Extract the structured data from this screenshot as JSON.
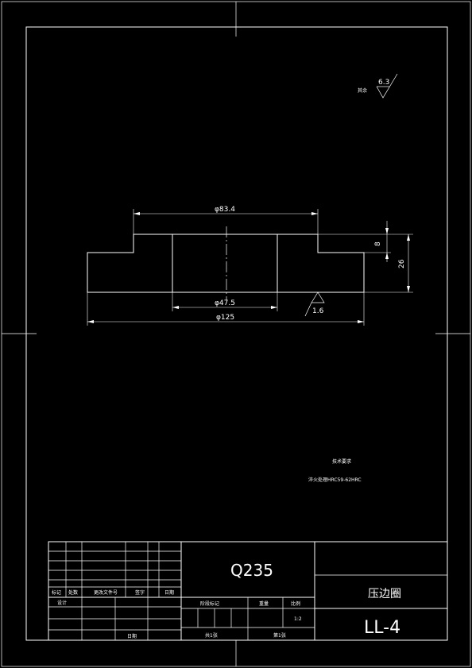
{
  "roughness": {
    "symbol_label": "其余",
    "value": "6.3"
  },
  "dimensions": {
    "d_top": "φ83.4",
    "d_bore": "φ47.5",
    "d_outer": "φ125",
    "h_step": "8",
    "h_total": "26",
    "ra_face": "1.6"
  },
  "notes": {
    "title": "技术要求",
    "line1": "淬火处理HRC59-62HRC"
  },
  "title_block": {
    "material": "Q235",
    "part_name": "压边圈",
    "drawing_no": "LL-4",
    "rev_headers": [
      "标记",
      "处数",
      "更改文件号",
      "签字",
      "日期"
    ],
    "designer_label": "设计",
    "stage_labels": [
      "阶段标记",
      "重量",
      "比例"
    ],
    "scale_value": "1:2",
    "sheet_label": "共1张",
    "sheet_of": "第1张",
    "date_label": "日期"
  },
  "colors": {
    "background": "#000000",
    "lines": "#ffffff"
  }
}
